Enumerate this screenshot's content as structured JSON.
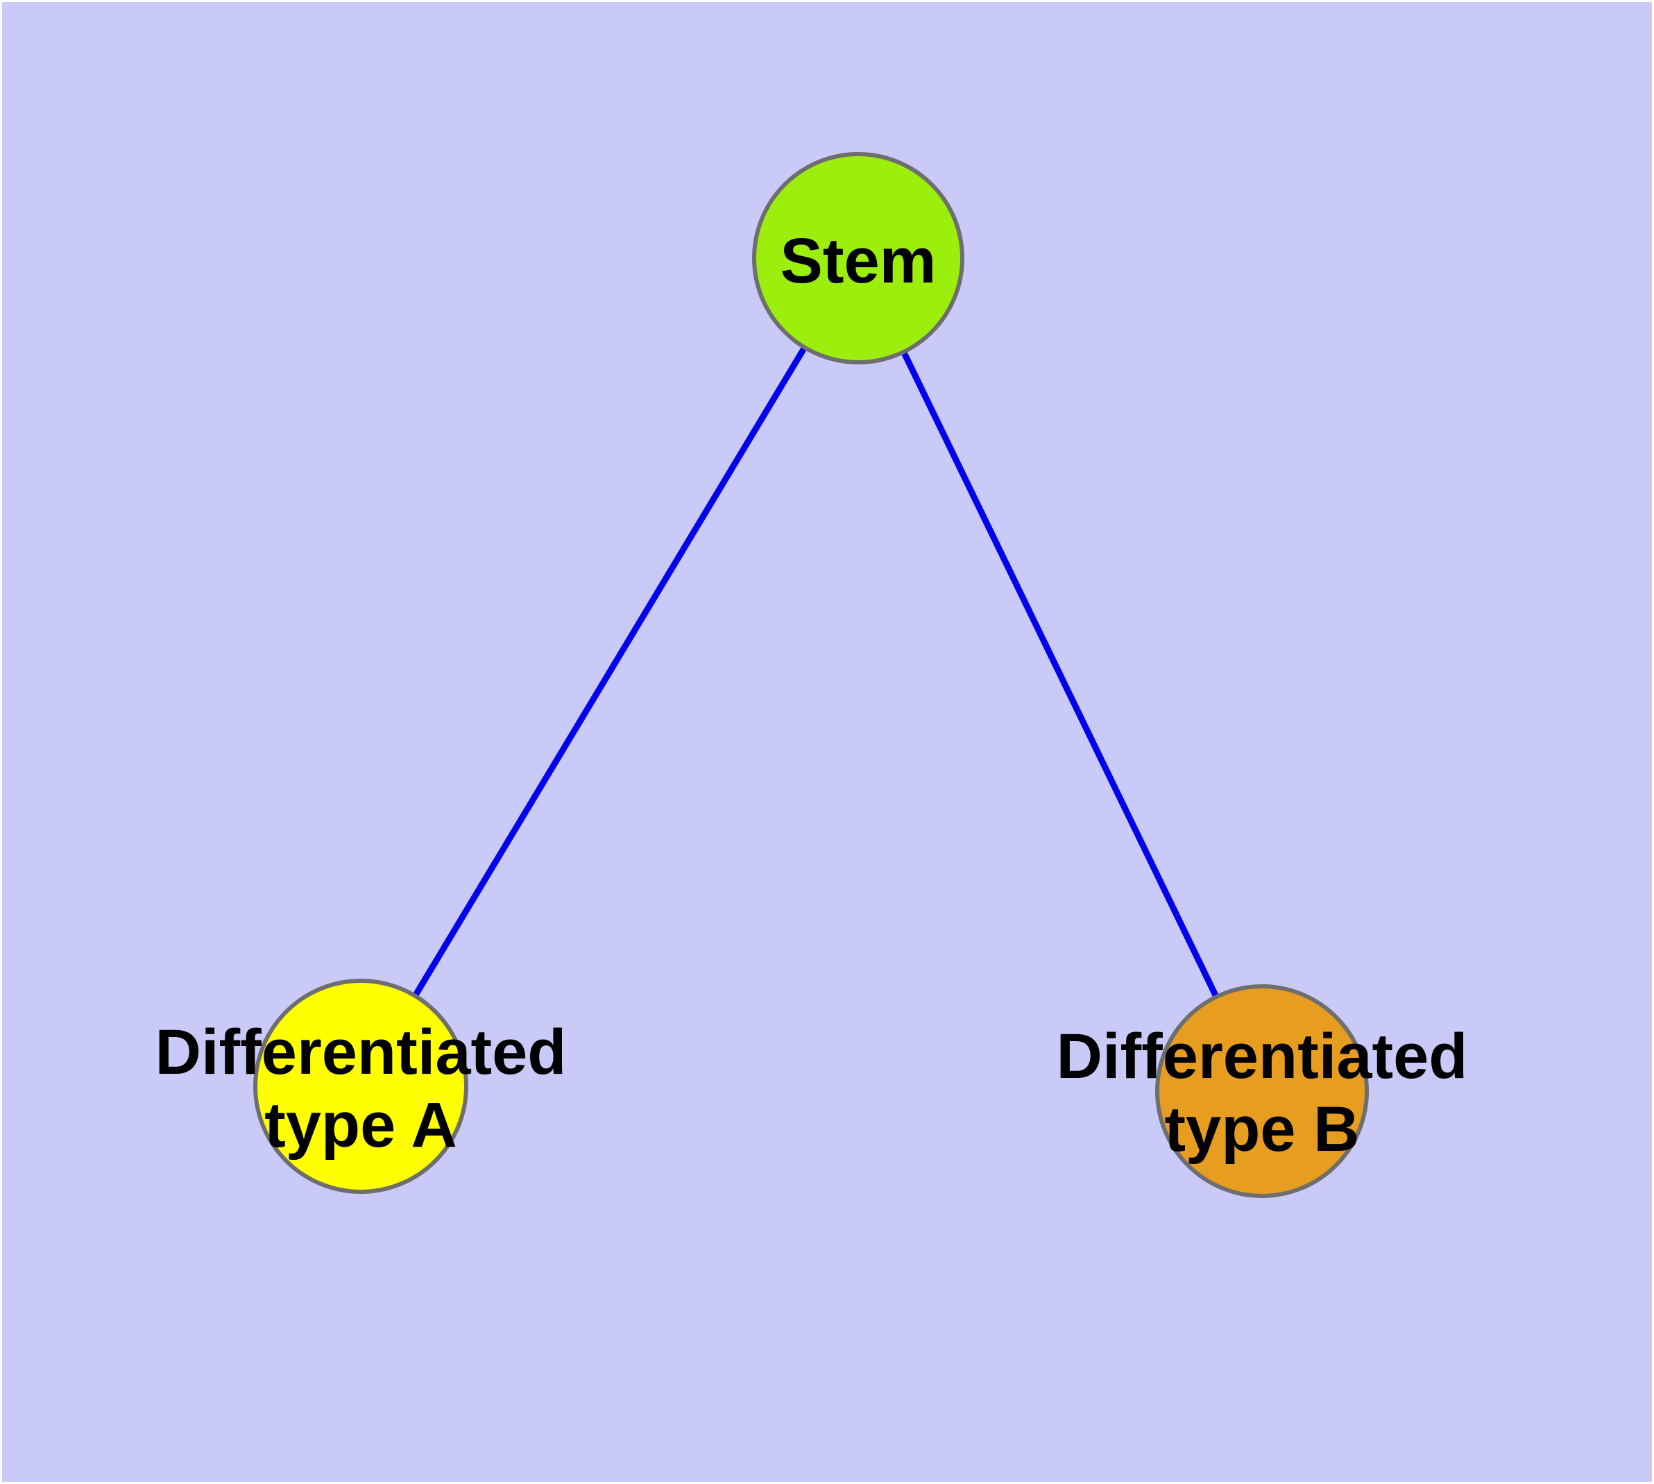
{
  "diagram": {
    "description": "Stem cell differentiation graph",
    "background_color": "#cacaf8",
    "frame_color": "#ffffff",
    "edge_color": "#0000ee",
    "node_border_color": "#6e6e6e",
    "label_color": "#000000",
    "nodes": [
      {
        "id": "stem",
        "fill": "#9cee0c",
        "label_lines": [
          "Stem"
        ]
      },
      {
        "id": "differentiated-type-a",
        "fill": "#ffff00",
        "label_lines": [
          "Differentiated",
          "type A"
        ]
      },
      {
        "id": "differentiated-type-b",
        "fill": "#e79e20",
        "label_lines": [
          "Differentiated",
          "type B"
        ]
      }
    ],
    "edges": [
      {
        "from": "stem",
        "to": "differentiated-type-a"
      },
      {
        "from": "stem",
        "to": "differentiated-type-b"
      }
    ]
  }
}
